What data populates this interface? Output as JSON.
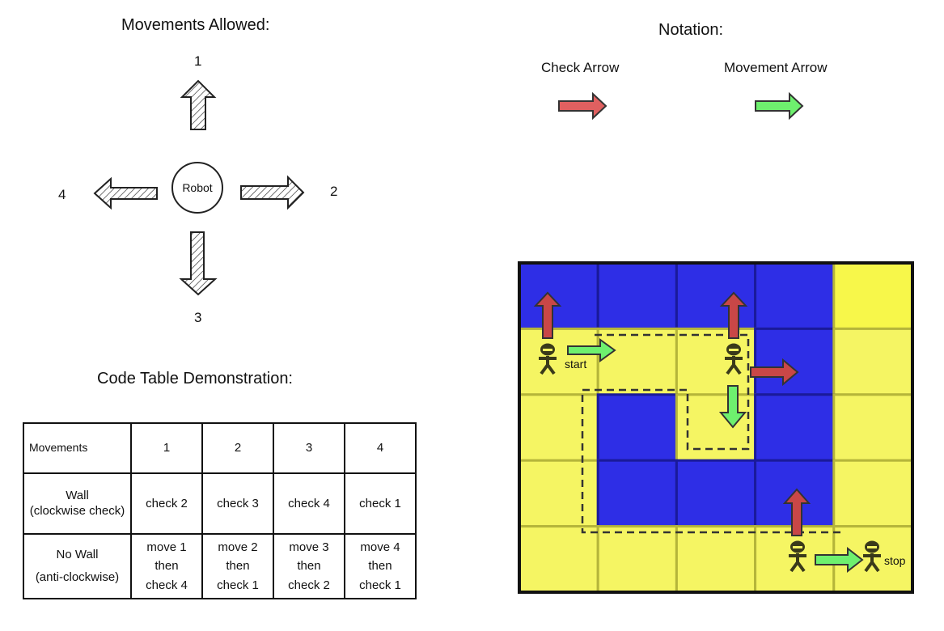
{
  "movements": {
    "title": "Movements Allowed:",
    "center": "Robot",
    "directions": {
      "up": "1",
      "right": "2",
      "down": "3",
      "left": "4"
    }
  },
  "notation": {
    "title": "Notation:",
    "check_label": "Check Arrow",
    "move_label": "Movement Arrow",
    "check_color": "#e06060",
    "move_color": "#6ef06e"
  },
  "code_table": {
    "title": "Code Table Demonstration:",
    "header": [
      "Movements",
      "1",
      "2",
      "3",
      "4"
    ],
    "wall_label": [
      "Wall",
      "(clockwise check)"
    ],
    "wall": [
      "check 2",
      "check 3",
      "check 4",
      "check 1"
    ],
    "nowall_label": [
      "No Wall",
      "(anti-clockwise)"
    ],
    "nowall": [
      [
        "move 1",
        "then",
        "check 4"
      ],
      [
        "move 2",
        "then",
        "check 1"
      ],
      [
        "move 3",
        "then",
        "check 2"
      ],
      [
        "move 4",
        "then",
        "check 1"
      ]
    ]
  },
  "grid": {
    "rows": 5,
    "cols": 5,
    "cells": [
      [
        "wall",
        "wall",
        "wall",
        "wall",
        "goal"
      ],
      [
        "path",
        "path",
        "path",
        "wall",
        "path"
      ],
      [
        "path",
        "wall",
        "path",
        "wall",
        "path"
      ],
      [
        "path",
        "wall",
        "wall",
        "wall",
        "path"
      ],
      [
        "path",
        "path",
        "path",
        "path",
        "path"
      ]
    ],
    "colors": {
      "wall": "#2e2ee6",
      "path": "#f5f563",
      "goal": "#f7f74a",
      "border": "#111111"
    },
    "start_label": "start",
    "stop_label": "stop"
  }
}
